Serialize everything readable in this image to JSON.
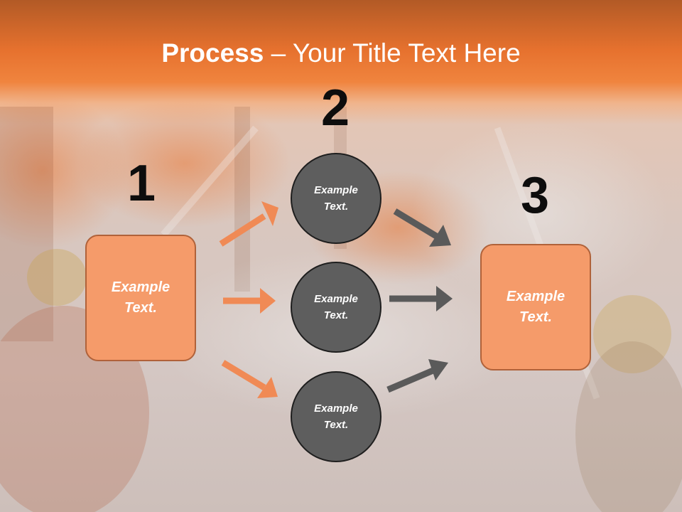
{
  "title": {
    "bold": "Process",
    "rest": " – Your Title Text Here"
  },
  "steps": [
    {
      "number": "1",
      "text": "Example Text."
    },
    {
      "number": "2",
      "text": "Example Text."
    },
    {
      "number": "3",
      "text": "Example Text."
    }
  ],
  "middle_nodes": [
    {
      "text": "Example Text."
    },
    {
      "text": "Example Text."
    },
    {
      "text": "Example Text."
    }
  ],
  "colors": {
    "box_fill": "#f59b6a",
    "box_border": "#b0623a",
    "circle_fill": "#5e5e5e",
    "orange_arrow": "#f08a55",
    "gray_arrow": "#5a5a5a",
    "header": "#e6712e"
  }
}
